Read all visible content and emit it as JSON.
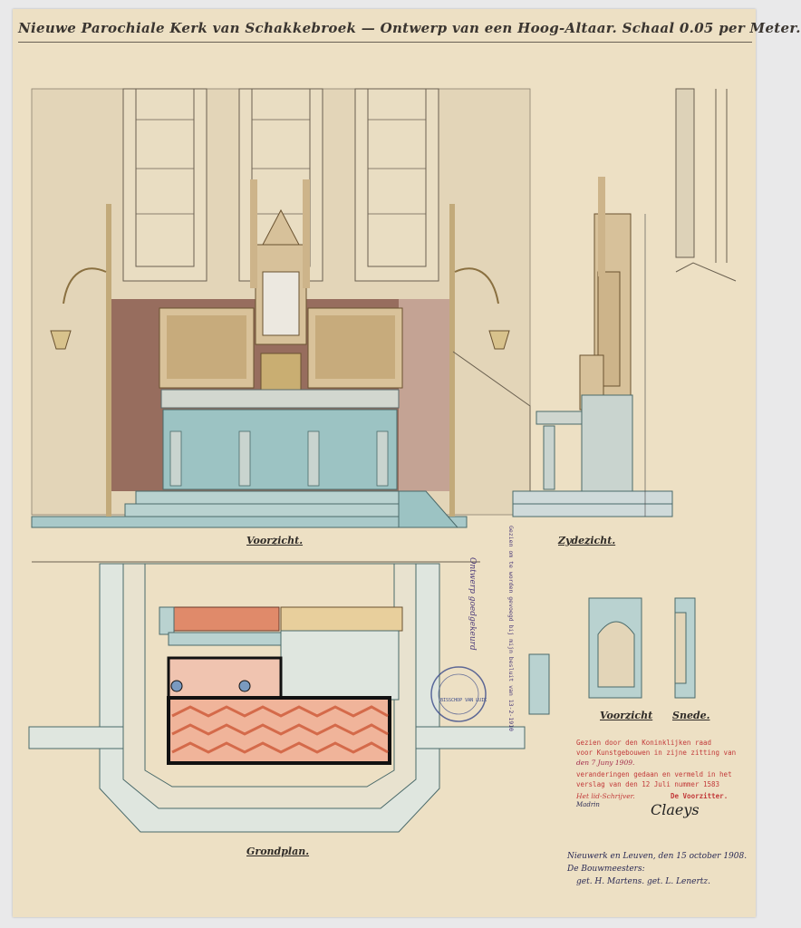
{
  "title": "Nieuwe Parochiale Kerk van Schakkebroek — Ontwerp van een Hoog-Altaar. Schaal 0.05 per Meter.",
  "views": {
    "front_label": "Voorzicht.",
    "side_label": "Zydezicht.",
    "plan_label": "Grondplan.",
    "detail_front_label": "Voorzicht",
    "detail_section_label": "Snede."
  },
  "approval": {
    "line1": "Gezien door den Koninklijken raad",
    "line2": "voor Kunstgebouwen in zijne zitting van",
    "line3": "den 7 Juny 1909.",
    "line4": "veranderingen gedaan en vermeld in het",
    "line5": "verslag van den 12 Juli  nummer 1583",
    "secretary_label": "Het lid-Schrijver.",
    "chair_label": "De Voorzitter.",
    "secretary_signature": "Madrin",
    "chair_signature": "Claeys"
  },
  "signature_block": {
    "place_date": "Nieuwerk en Leuven, den 15 october 1908.",
    "architects_label": "De Bouwmeesters:",
    "architects": "get. H. Martens. get. L. Lenertz."
  },
  "stamps": {
    "vertical_1": "Gezien om te worden gevoegd bij mijn besluit van 13-2-1910",
    "vertical_2": "Ontwerp goedgekeurd",
    "seal_text": "BISSCHOP VAN LUIK"
  },
  "colors": {
    "paper": "#ede0c4",
    "ink": "#2f2b27",
    "stone_blue": "#9cc3c3",
    "wood_brown": "#8a5a4e",
    "gold": "#cdb48a",
    "red_stamp": "#c23a3a",
    "brick": "#e08a6a"
  }
}
